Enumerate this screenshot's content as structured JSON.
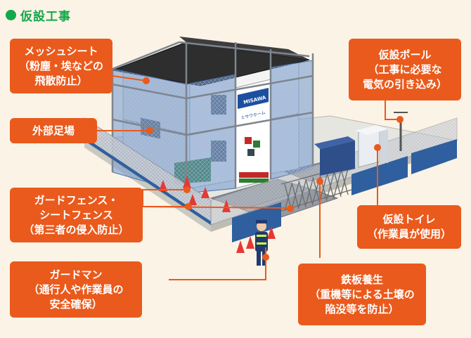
{
  "title": "仮設工事",
  "colors": {
    "accent": "#ea5a1c",
    "title_green": "#13a84a",
    "background": "#fbf3e6",
    "mesh_blue": "#5f86bf",
    "fence_blue": "#2f5f9e"
  },
  "sign": {
    "brand": "MISAWA",
    "sub": "ミサワホーム"
  },
  "callouts": {
    "mesh_sheet": [
      "メッシュシート",
      "（粉塵・埃などの",
      "飛散防止）"
    ],
    "external_scaffold": [
      "外部足場"
    ],
    "guard_fence": [
      "ガードフェンス・",
      "シートフェンス",
      "（第三者の侵入防止）"
    ],
    "guardman": [
      "ガードマン",
      "（通行人や作業員の",
      "安全確保）"
    ],
    "temp_pole": [
      "仮設ポール",
      "（工事に必要な",
      "電気の引き込み）"
    ],
    "temp_toilet": [
      "仮設トイレ",
      "（作業員が使用）"
    ],
    "steel_plate": [
      "鉄板養生",
      "（重機等による土壌の",
      "陥没等を防止）"
    ]
  }
}
